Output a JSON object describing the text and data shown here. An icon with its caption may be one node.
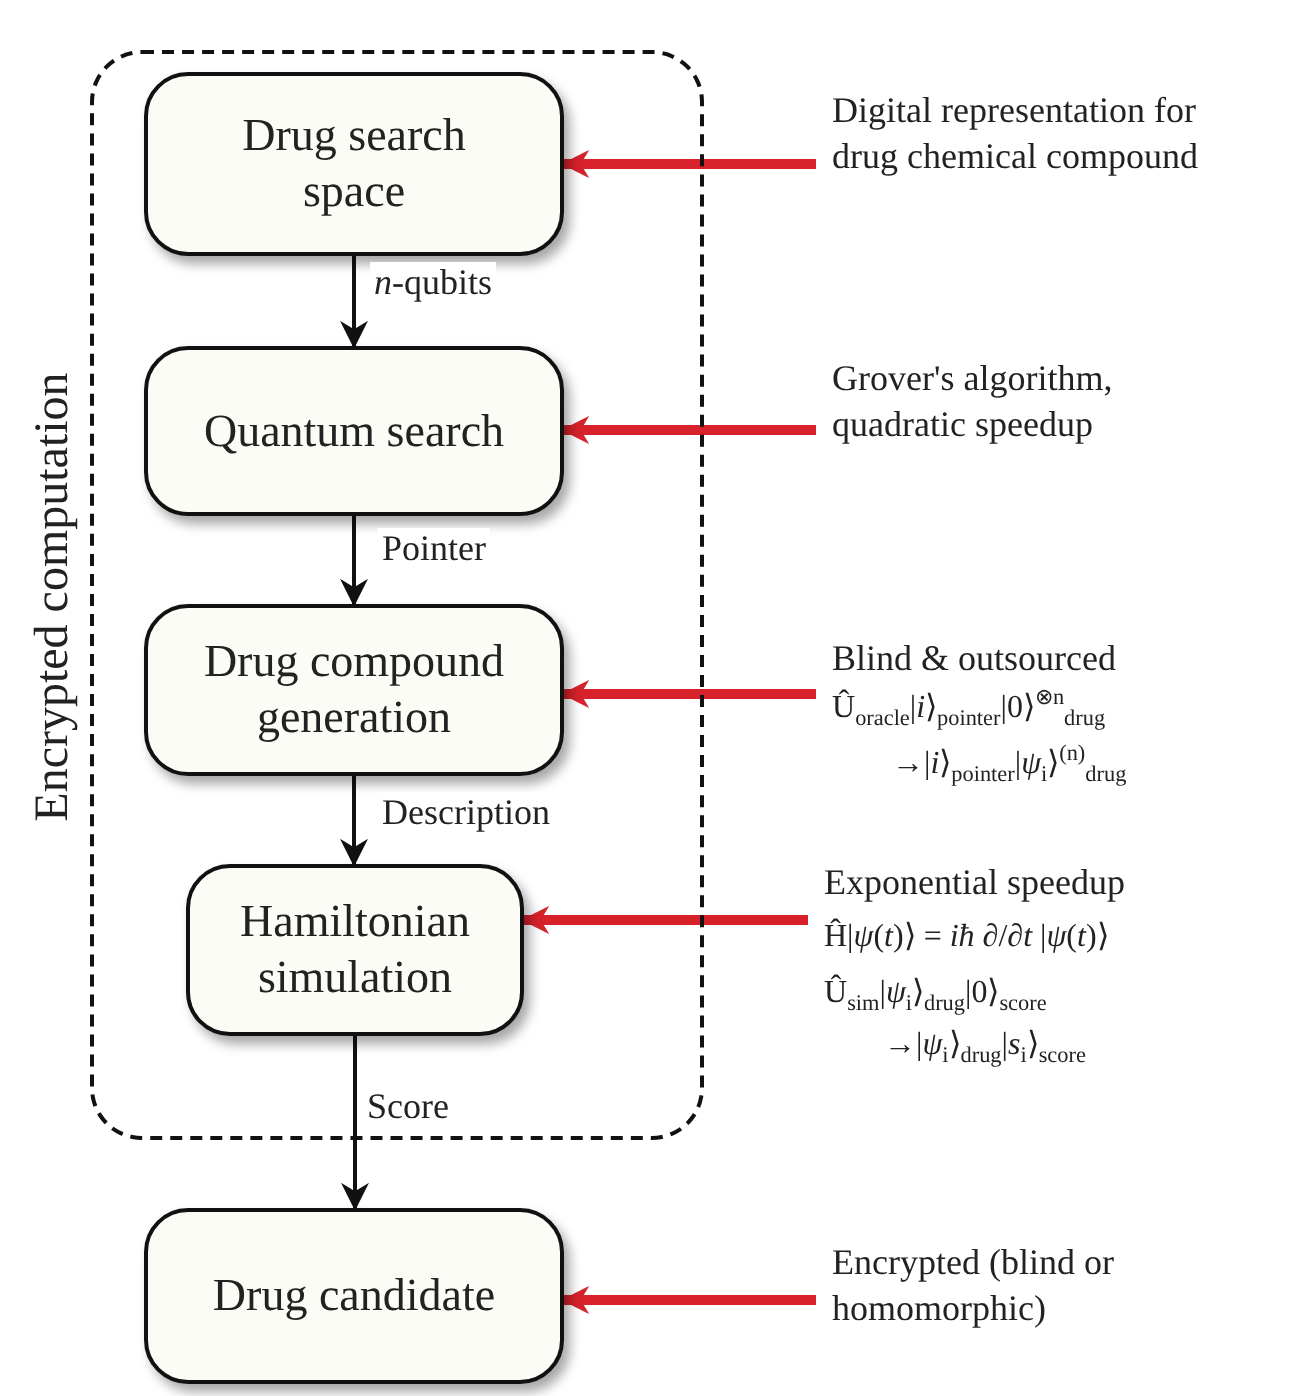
{
  "diagram": {
    "nodes": [
      {
        "text": [
          "Encrypted computation"
        ]
      },
      {
        "text": [
          "Drug search space"
        ],
        "in": 0
      },
      {
        "text": [
          "Quantum search"
        ],
        "in": 0
      },
      {
        "text": [
          "Drug compound generation"
        ],
        "in": 0
      },
      {
        "text": [
          "Hamiltonian simulation"
        ],
        "in": 0
      },
      {
        "text": [
          "Drug candidate"
        ]
      },
      {
        "text": [
          "Digital representation for drug chemical compound"
        ]
      },
      {
        "text": [
          "Grover's algorithm, quadratic speedup"
        ]
      },
      {
        "text": [
          "Blind & outsourced",
          "Û$_{oracle}$|*i*⟩$_{pointer}$|0⟩$^{⊗n}$$_{drug}$",
          "→|*i*⟩$_{pointer}$|*ψ*$_{i}$⟩$^{(n)}$$_{drug}$"
        ]
      },
      {
        "text": [
          "Exponential speedup",
          "Ĥ|*ψ*(*t*)⟩ = *iħ* ∂/∂*t* |*ψ*(*t*)⟩",
          "Û$_{sim}$|*ψ*$_{i}$⟩$_{drug}$|0⟩$_{score}$",
          "→|*ψ*$_{i}$⟩$_{drug}$|*s*$_{i}$⟩$_{score}$"
        ]
      },
      {
        "text": [
          "Encrypted (blind or homomorphic)"
        ]
      }
    ],
    "edges": [
      {
        "from": 1,
        "to": 2,
        "arrow": "to",
        "label": "*n*-qubits",
        "color": "#111111"
      },
      {
        "from": 2,
        "to": 3,
        "arrow": "to",
        "label": "Pointer",
        "color": "#111111"
      },
      {
        "from": 3,
        "to": 4,
        "arrow": "to",
        "label": "Description",
        "color": "#111111"
      },
      {
        "from": 4,
        "to": 5,
        "arrow": "to",
        "label": "Score",
        "color": "#111111"
      },
      {
        "from": 6,
        "to": 1,
        "arrow": "to"
      },
      {
        "from": 7,
        "to": 2,
        "arrow": "to"
      },
      {
        "from": 8,
        "to": 3,
        "arrow": "to"
      },
      {
        "from": 9,
        "to": 4,
        "arrow": "to"
      },
      {
        "from": 10,
        "to": 5,
        "arrow": "to"
      }
    ]
  }
}
